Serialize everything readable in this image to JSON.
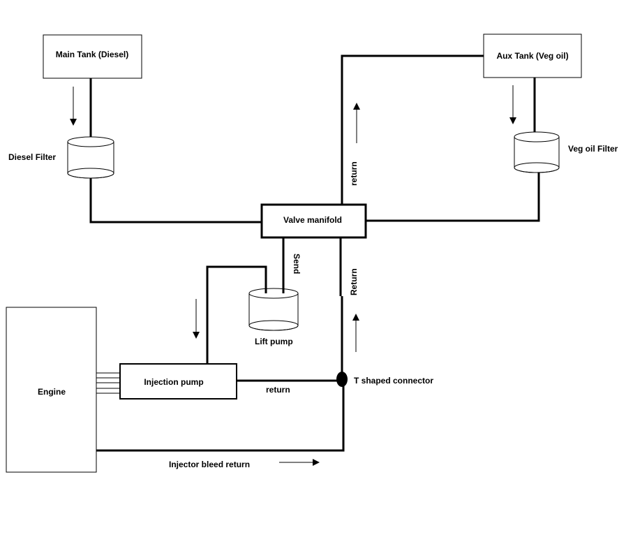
{
  "labels": {
    "main_tank": "Main Tank (Diesel)",
    "aux_tank": "Aux Tank (Veg oil)",
    "diesel_filter": "Diesel Filter",
    "veg_oil_filter": "Veg oil Filter",
    "valve_manifold": "Valve manifold",
    "lift_pump": "Lift pump",
    "send": "Send",
    "return_upper": "return",
    "return_lower": "Return",
    "engine": "Engine",
    "injection_pump": "Injection pump",
    "return_inj": "return",
    "t_connector": "T shaped connector",
    "injector_bleed_return": "Injector bleed return"
  }
}
